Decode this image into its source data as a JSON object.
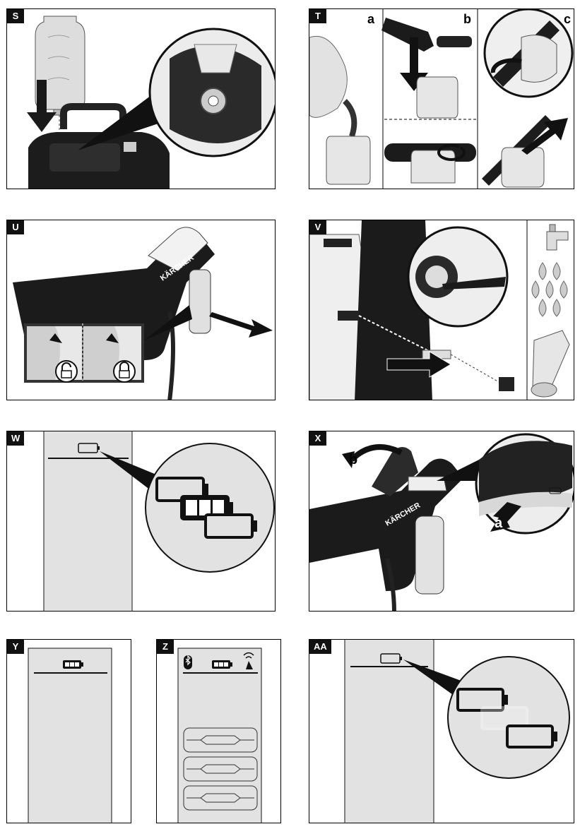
{
  "panels": {
    "S": {
      "label": "S"
    },
    "T": {
      "label": "T",
      "sub_a": "a",
      "sub_b": "b",
      "sub_c": "c"
    },
    "U": {
      "label": "U",
      "brand": "KÄRCHER"
    },
    "V": {
      "label": "V"
    },
    "W": {
      "label": "W"
    },
    "X": {
      "label": "X",
      "brand": "KÄRCHER",
      "callout_a": "a",
      "callout_b": "b"
    },
    "Y": {
      "label": "Y"
    },
    "Z": {
      "label": "Z"
    },
    "AA": {
      "label": "AA"
    }
  },
  "icons": [
    "bottle-icon",
    "arrow-down-icon",
    "lock-open-icon",
    "lock-closed-icon",
    "tap-icon",
    "water-drop-icon",
    "filter-icon",
    "battery-icon",
    "bluetooth-icon",
    "wifi-icon"
  ],
  "colors": {
    "ink": "#111111",
    "screen": "#e2e2e2",
    "grey": "#8a8a8a",
    "light": "#d0d0d0"
  }
}
